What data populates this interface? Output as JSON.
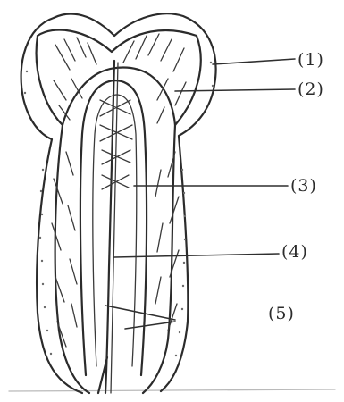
{
  "labels": [
    {
      "id": "enamel",
      "text": "(1)"
    },
    {
      "id": "dentin",
      "text": "(2)"
    },
    {
      "id": "pulp-cavity",
      "text": "(3)"
    },
    {
      "id": "root-canal",
      "text": "(4)"
    },
    {
      "id": "cementum",
      "text": "(5)"
    }
  ],
  "colors": {
    "ink": "#2b2b2b",
    "background": "#ffffff"
  }
}
